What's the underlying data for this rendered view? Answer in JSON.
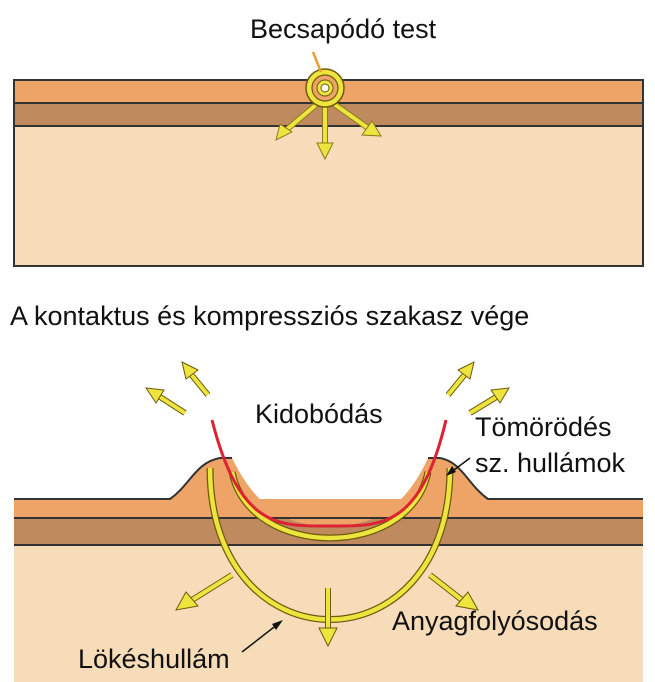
{
  "top_panel": {
    "projectile_label": "Becsapódó test"
  },
  "stage_title": "A kontaktus és kompressziós szakasz vége",
  "bottom_panel": {
    "ejecta_label": "Kidobódás",
    "compression_label_line1": "Tömörödés",
    "compression_label_line2": "sz. hullámok",
    "shockwave_label": "Lökéshullám",
    "fluidization_label": "Anyagfolyósodás"
  },
  "colors": {
    "surface_layer": "#eea467",
    "middle_layer": "#be8a5e",
    "bedrock": "#f6dcb8",
    "shock_wave": "#ede53d",
    "arrow_outline": "#8a7a20",
    "crater_rim_red": "#dd2233",
    "outline": "#333333"
  }
}
